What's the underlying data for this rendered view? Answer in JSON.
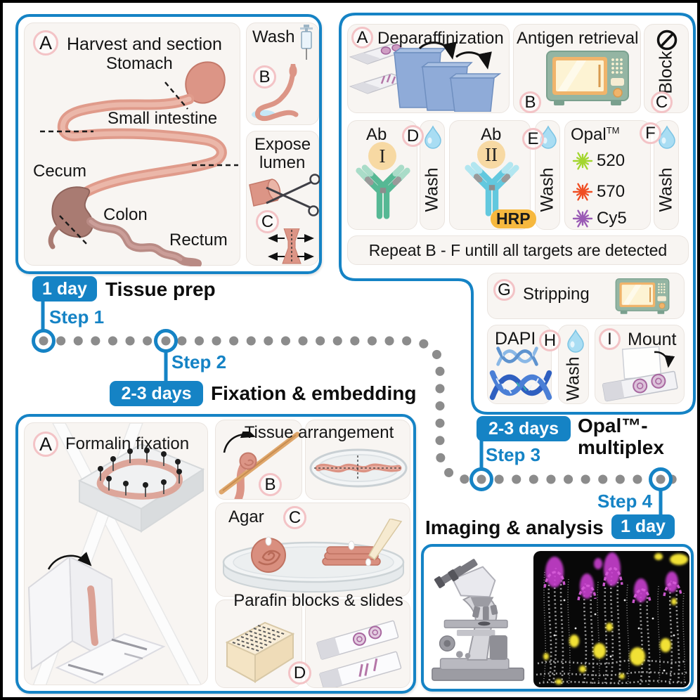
{
  "colors": {
    "accent": "#1583c5",
    "timeline_dot": "#8c8c8c",
    "opal_520": "#a3d62f",
    "opal_570": "#f04e23",
    "opal_cy5": "#9a5bb5"
  },
  "tissue_prep": {
    "harvest": {
      "badge": "A",
      "title": "Harvest and section",
      "stomach": "Stomach",
      "small_intestine": "Small intestine",
      "cecum": "Cecum",
      "colon": "Colon",
      "rectum": "Rectum"
    },
    "wash": {
      "badge": "B",
      "title": "Wash"
    },
    "expose": {
      "badge": "C",
      "line1": "Expose",
      "line2": "lumen"
    }
  },
  "staining": {
    "deparaffinization": {
      "badge": "A",
      "title": "Deparaffinization"
    },
    "antigen": {
      "badge": "B",
      "title": "Antigen retrieval"
    },
    "block": {
      "badge": "C",
      "title": "Block"
    },
    "ab1": {
      "badge": "D",
      "title": "Ab",
      "numeral": "I"
    },
    "ab2": {
      "badge": "E",
      "title": "Ab",
      "numeral": "II",
      "hrp": "HRP"
    },
    "opal": {
      "badge": "F",
      "name": "Opal",
      "tm": "TM",
      "fluor_520": "520",
      "fluor_570": "570",
      "fluor_cy5": "Cy5"
    },
    "wash_label": "Wash",
    "repeat_note": "Repeat B - F untill all targets are detected",
    "stripping": {
      "badge": "G",
      "title": "Stripping"
    },
    "dapi": {
      "badge": "H",
      "title": "DAPI"
    },
    "mount": {
      "badge": "I",
      "title": "Mount"
    }
  },
  "timeline": {
    "step1": {
      "duration": "1 day",
      "title": "Tissue prep",
      "step": "Step 1"
    },
    "step2": {
      "duration": "2-3 days",
      "title": "Fixation & embedding",
      "step": "Step 2"
    },
    "step3": {
      "duration": "2-3 days",
      "title_line1": "Opal™-",
      "title_line2": "multiplex",
      "step": "Step 3"
    },
    "step4": {
      "duration": "1 day",
      "title": "Imaging & analysis",
      "step": "Step 4"
    }
  },
  "embedding": {
    "formalin": {
      "badge": "A",
      "title": "Formalin fixation"
    },
    "arrangement": {
      "badge": "B",
      "title": "Tissue arrangement"
    },
    "agar": {
      "badge": "C",
      "title": "Agar"
    },
    "parafin": {
      "badge": "D",
      "title": "Parafin blocks & slides"
    }
  }
}
